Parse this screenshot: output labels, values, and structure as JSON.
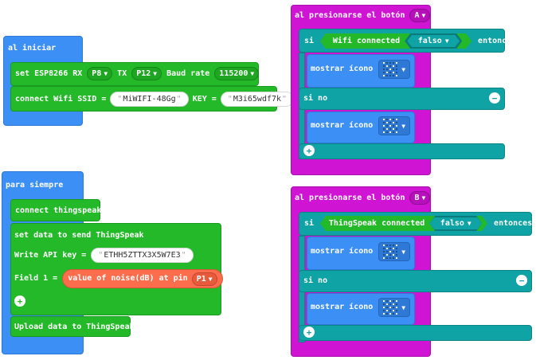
{
  "on_start": {
    "title": "al iniciar",
    "esp": {
      "set": "set ESP8266 RX",
      "rx_pin": "P8",
      "tx": "TX",
      "tx_pin": "P12",
      "baud": "Baud rate",
      "baud_value": "115200"
    },
    "wifi": {
      "connect": "connect Wifi SSID =",
      "ssid": "MiWIFI-48Gg",
      "key": "KEY =",
      "key_value": "M3i65wdf7k"
    }
  },
  "forever": {
    "title": "para siempre",
    "connect": "connect thingspeak",
    "set_data": "set data to send ThingSpeak",
    "write_key": "Write API key =",
    "write_key_value": "ETHH5ZTTX3X5W7E3",
    "field1": "Field 1 =",
    "noise": "value of noise(dB) at pin",
    "noise_pin": "P1",
    "upload": "Upload data to ThingSpeak"
  },
  "button_a": {
    "title": "al presionarse el botón",
    "button": "A",
    "if": "si",
    "condition": "Wifi connected",
    "compare": "falso",
    "then": "entonces",
    "show_icon": "mostrar ícono",
    "else": "si no",
    "show_icon_2": "mostrar ícono"
  },
  "button_b": {
    "title": "al presionarse el botón",
    "button": "B",
    "if": "si",
    "condition": "ThingSpeak connected",
    "compare": "falso",
    "then": "entonces",
    "show_icon": "mostrar ícono",
    "else": "si no",
    "show_icon_2": "mostrar ícono"
  },
  "icons": {
    "icon_no": "no-icon (X)",
    "icon_grid": "chessboard-icon"
  }
}
